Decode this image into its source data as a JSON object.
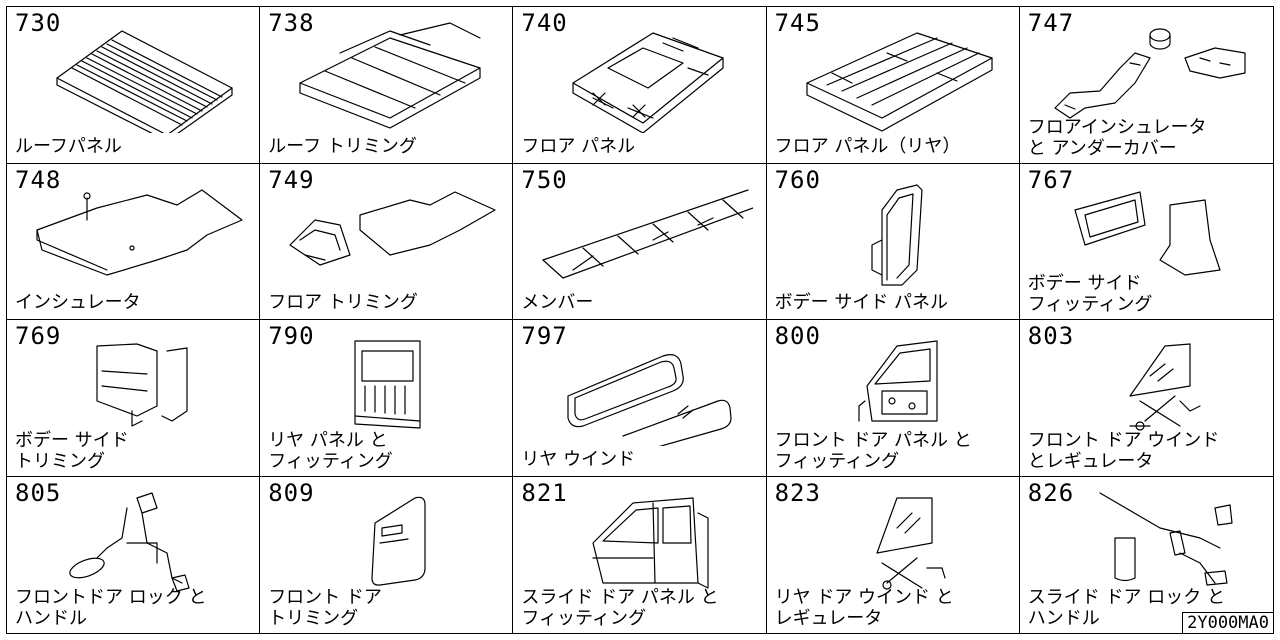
{
  "catalog_code": "2Y000MA0",
  "cells": [
    {
      "code": "730",
      "label": "ルーフパネル",
      "icon": "roof-panel-icon"
    },
    {
      "code": "738",
      "label": "ルーフ トリミング",
      "icon": "roof-trim-icon"
    },
    {
      "code": "740",
      "label": "フロア パネル",
      "icon": "floor-panel-icon"
    },
    {
      "code": "745",
      "label": "フロア パネル（リヤ）",
      "icon": "rear-floor-panel-icon"
    },
    {
      "code": "747",
      "label": "フロアインシュレータ\nと アンダーカバー",
      "icon": "floor-insulator-icon"
    },
    {
      "code": "748",
      "label": "インシュレータ",
      "icon": "insulator-icon"
    },
    {
      "code": "749",
      "label": "フロア トリミング",
      "icon": "floor-trim-icon"
    },
    {
      "code": "750",
      "label": "メンバー",
      "icon": "member-frame-icon"
    },
    {
      "code": "760",
      "label": "ボデー サイド パネル",
      "icon": "body-side-panel-icon"
    },
    {
      "code": "767",
      "label": "ボデー サイド\nフィッティング",
      "icon": "body-side-fitting-icon"
    },
    {
      "code": "769",
      "label": "ボデー サイド\nトリミング",
      "icon": "body-side-trim-icon"
    },
    {
      "code": "790",
      "label": "リヤ パネル と\nフィッティング",
      "icon": "rear-panel-icon"
    },
    {
      "code": "797",
      "label": "リヤ ウインド",
      "icon": "rear-window-icon"
    },
    {
      "code": "800",
      "label": "フロント ドア パネル と\nフィッティング",
      "icon": "front-door-panel-icon"
    },
    {
      "code": "803",
      "label": "フロント ドア ウインド\nとレギュレータ",
      "icon": "front-door-window-icon"
    },
    {
      "code": "805",
      "label": "フロントドア ロック と\nハンドル",
      "icon": "front-door-lock-icon"
    },
    {
      "code": "809",
      "label": "フロント ドア\nトリミング",
      "icon": "front-door-trim-icon"
    },
    {
      "code": "821",
      "label": "スライド ドア パネル と\nフィッティング",
      "icon": "slide-door-panel-icon"
    },
    {
      "code": "823",
      "label": "リヤ ドア ウインド と\nレギュレータ",
      "icon": "rear-door-window-icon"
    },
    {
      "code": "826",
      "label": "スライド ドア ロック と\nハンドル",
      "icon": "slide-door-lock-icon"
    }
  ]
}
